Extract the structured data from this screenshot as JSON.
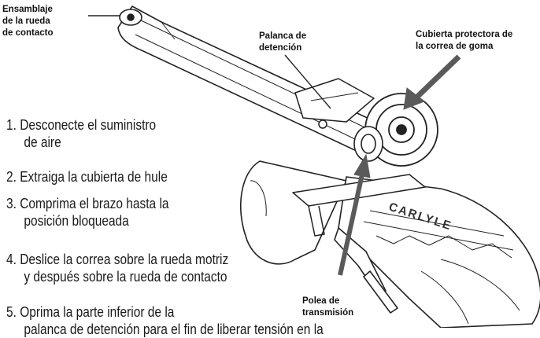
{
  "callouts": {
    "contact_wheel": [
      "Ensamblaje",
      "de la rueda",
      "de contacto"
    ],
    "detent_lever": [
      "Palanca de",
      "detención"
    ],
    "belt_cover": [
      "Cubierta protectora de",
      "la correa de goma"
    ],
    "drive_pulley": [
      "Polea de",
      "transmisión"
    ]
  },
  "steps": [
    {
      "lines": [
        "1. Desconecte el suministro",
        "de aire"
      ]
    },
    {
      "lines": [
        "2. Extraiga la cubierta de hule"
      ]
    },
    {
      "lines": [
        "3. Comprima el brazo hasta la",
        "posición bloqueada"
      ]
    },
    {
      "lines": [
        "4. Deslice la correa sobre la rueda motriz",
        "y después sobre la rueda de contacto"
      ]
    },
    {
      "lines": [
        "5. Oprima la parte inferior de la",
        "palanca de detención para el fin de liberar tensión en la"
      ]
    }
  ],
  "brand_text": "CARLYLE",
  "colors": {
    "ink": "#1a1a1a",
    "arrow": "#5a5a5a",
    "line": "#222222"
  }
}
